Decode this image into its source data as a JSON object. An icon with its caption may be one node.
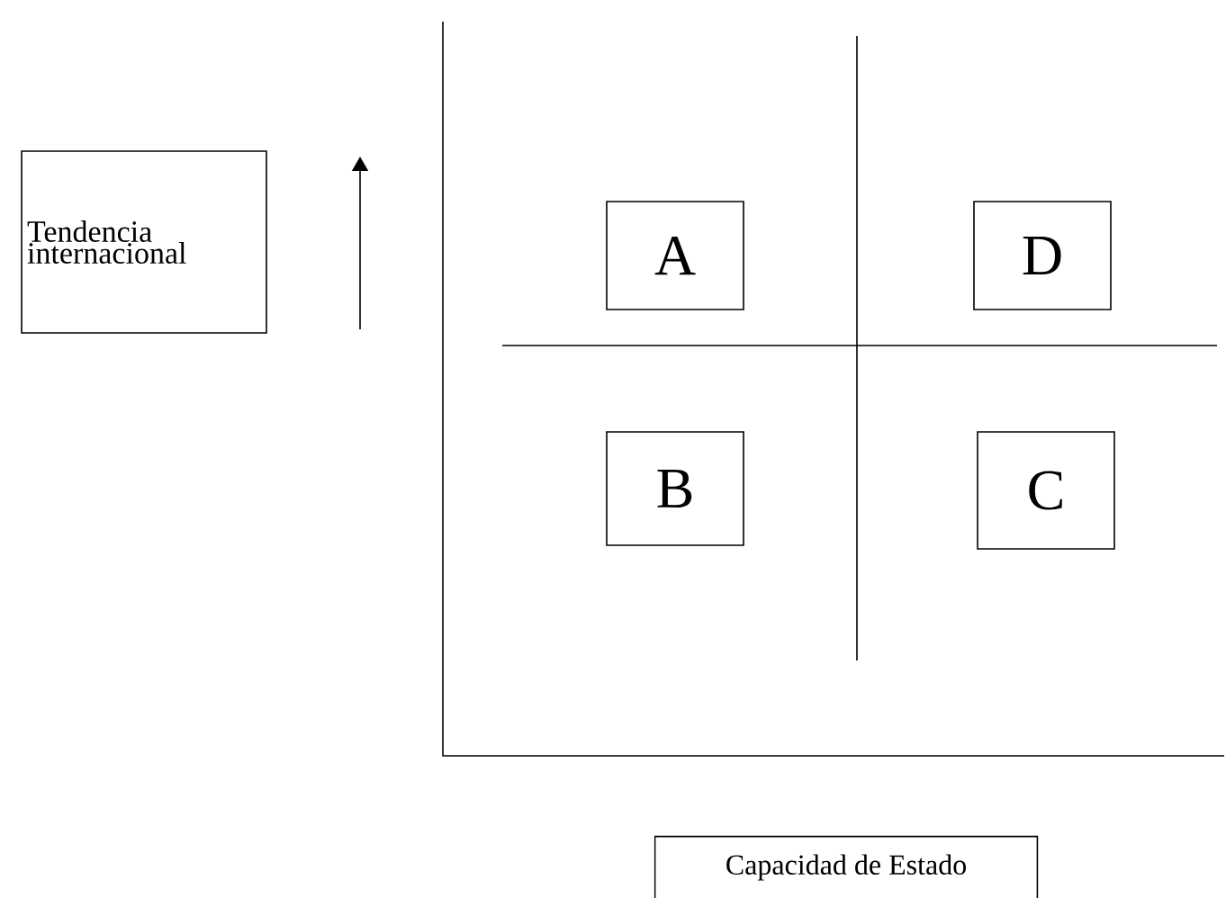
{
  "diagram": {
    "nodes": [
      {
        "text": [
          "Tendencia internacional"
        ]
      },
      {
        "text": [
          "A"
        ]
      },
      {
        "text": [
          "D"
        ]
      },
      {
        "text": [
          "B"
        ]
      },
      {
        "text": [
          "C"
        ]
      },
      {
        "text": [
          "Capacidad de Estado"
        ]
      }
    ]
  }
}
